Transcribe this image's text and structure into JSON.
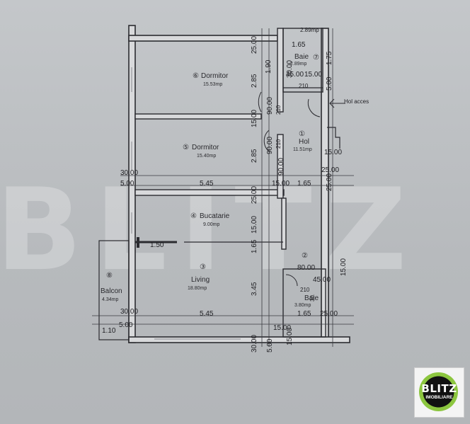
{
  "watermark": "BLITZ",
  "logo": {
    "line1": "BLITZ",
    "line2": "IMOBILIARE"
  },
  "rooms": [
    {
      "num": "⑥",
      "name": "Dormitor",
      "area": "15.53mp"
    },
    {
      "num": "⑤",
      "name": "Dormitor",
      "area": "15.40mp"
    },
    {
      "num": "④",
      "name": "Bucatarie",
      "area": "9.00mp"
    },
    {
      "num": "③",
      "name": "Living",
      "area": "18.80mp"
    },
    {
      "num": "⑧",
      "name": "Balcon",
      "area": "4.34mp"
    },
    {
      "num": "⑦",
      "name": "Baie",
      "area": "2.89mp"
    },
    {
      "num": "①",
      "name": "Hol",
      "area": "11.51mp"
    },
    {
      "num": "②",
      "name": "Baie",
      "area": "3.80mp"
    }
  ],
  "access_label": "Hol acces",
  "dims": [
    "2.89mp",
    "1.65",
    "25.00",
    "1.75",
    "1.90",
    "2.85",
    "90.00",
    "210",
    "15.00",
    "90.00",
    "210",
    "2.85",
    "30.00",
    "5.00",
    "5.45",
    "15.00",
    "1.65",
    "25.00",
    "15.00",
    "25.00",
    "15.00",
    "1.65",
    "25.00",
    "80.00",
    "45.00",
    "15.00",
    "1.50",
    "3.45",
    "210",
    "30",
    "30.00",
    "5.45",
    "1.65",
    "25.00",
    "1.10",
    "5.00",
    "15.00",
    "30.00",
    "5.00",
    "30.00",
    "45.00",
    "15.00",
    "5.00",
    "210",
    "90.00",
    "15.00"
  ]
}
